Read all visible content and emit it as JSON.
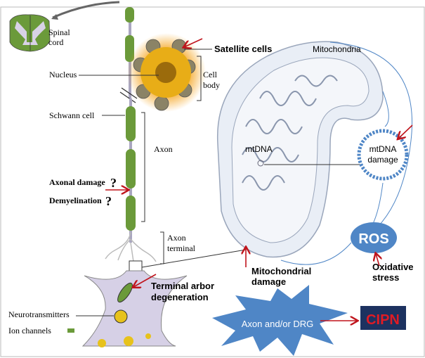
{
  "labels": {
    "spinal_cord_1": "Spinal",
    "spinal_cord_2": "cord",
    "nucleus": "Nucleus",
    "satellite_cells": "Satellite cells",
    "cell_body_1": "Cell",
    "cell_body_2": "body",
    "schwann_cell": "Schwann cell",
    "axon": "Axon",
    "axonal_damage": "Axonal damage",
    "demyelination": "Demyelination",
    "question_mark": "?",
    "axon_terminal_1": "Axon",
    "axon_terminal_2": "terminal",
    "terminal_arbor_1": "Terminal arbor",
    "terminal_arbor_2": "degeneration",
    "neurotransmitters": "Neurotransmitters",
    "ion_channels": "Ion channels",
    "mitochondria": "Mitochondria",
    "mtdna": "mtDNA",
    "mtdna_damage_1": "mtDNA",
    "mtdna_damage_2": "damage",
    "ros": "ROS",
    "oxidative_1": "Oxidative",
    "oxidative_2": "stress",
    "mito_damage_1": "Mitochondrial",
    "mito_damage_2": "damage",
    "axon_drg": "Axon and/or DRG",
    "cipn": "CIPN"
  },
  "colors": {
    "green": "#6b9a3a",
    "gold": "#e8a813",
    "blue": "#4f86c6",
    "red": "#c0141c",
    "navy": "#1d3260"
  }
}
